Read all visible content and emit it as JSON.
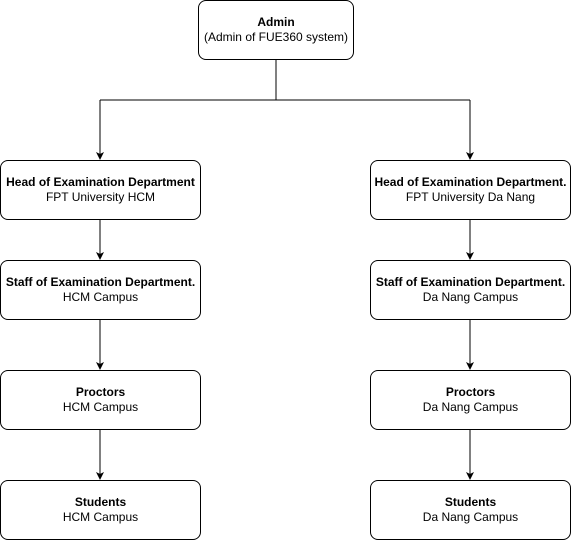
{
  "nodes": {
    "admin": {
      "title": "Admin",
      "subtitle": "(Admin of FUE360 system)"
    },
    "head_hcm": {
      "title": "Head of Examination Department",
      "subtitle": "FPT University HCM"
    },
    "head_dn": {
      "title": "Head of Examination Department.",
      "subtitle": "FPT University Da Nang"
    },
    "staff_hcm": {
      "title": "Staff of Examination Department.",
      "subtitle": "HCM Campus"
    },
    "staff_dn": {
      "title": "Staff of Examination Department.",
      "subtitle": "Da Nang Campus"
    },
    "proctors_hcm": {
      "title": "Proctors",
      "subtitle": "HCM Campus"
    },
    "proctors_dn": {
      "title": "Proctors",
      "subtitle": "Da Nang Campus"
    },
    "students_hcm": {
      "title": "Students",
      "subtitle": "HCM Campus"
    },
    "students_dn": {
      "title": "Students",
      "subtitle": "Da Nang Campus"
    }
  },
  "colors": {
    "stroke": "#000000",
    "fill": "#ffffff"
  }
}
